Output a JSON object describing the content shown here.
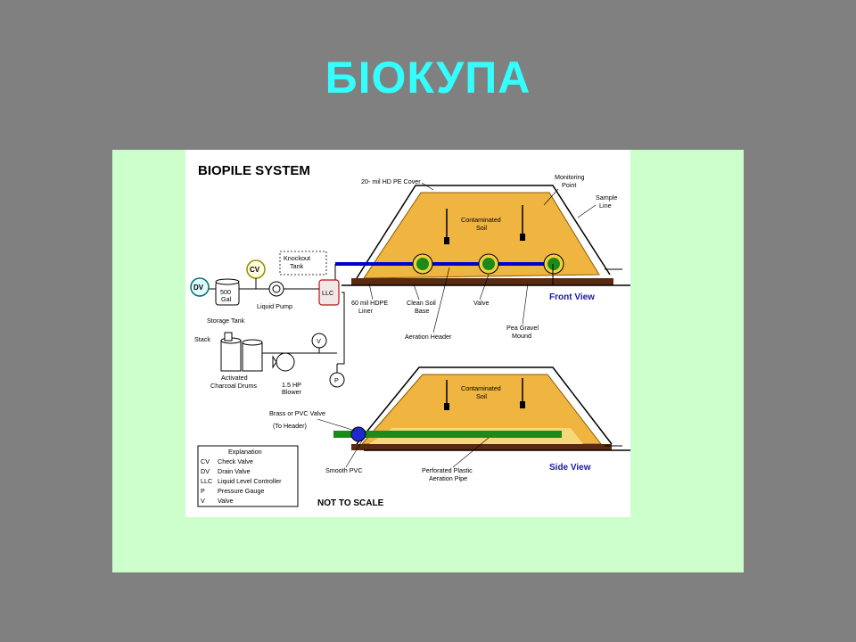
{
  "slide": {
    "title": "БІОКУПА"
  },
  "diagram": {
    "title": "BIOPILE SYSTEM",
    "labels": {
      "hdpe_cover": "20- mil HD PE Cover",
      "monitoring_point_1": "Monitoring",
      "monitoring_point_2": "Point",
      "sample_line_1": "Sample",
      "sample_line_2": "Line",
      "contaminated_soil_1": "Contaminated",
      "contaminated_soil_2": "Soil",
      "knockout_tank_1": "Knockout",
      "knockout_tank_2": "Tank",
      "cv": "CV",
      "dv": "DV",
      "storage_tank_1": "500",
      "storage_tank_2": "Gal",
      "storage_tank_label": "Storage Tank",
      "liquid_pump": "Liquid Pump",
      "llc": "LLC",
      "liner_1": "60 mil HDPE",
      "liner_2": "Liner",
      "clean_soil_1": "Clean Soil",
      "clean_soil_2": "Base",
      "valve": "Valve",
      "front_view": "Front View",
      "pea_gravel_1": "Pea Gravel",
      "pea_gravel_2": "Mound",
      "aeration_header": "Aeration Header",
      "stack": "Stack",
      "v": "V",
      "p": "P",
      "charcoal_1": "Activated",
      "charcoal_2": "Charcoal Drums",
      "blower_1": "1.5 HP",
      "blower_2": "Blower",
      "side_contaminated_1": "Contaminated",
      "side_contaminated_2": "Soil",
      "brass_valve_1": "Brass or PVC Valve",
      "brass_valve_2": "(To Header)",
      "smooth_pvc": "Smooth PVC",
      "perforated_1": "Perforated Plastic",
      "perforated_2": "Aeration Pipe",
      "side_view": "Side View",
      "not_to_scale": "NOT TO SCALE"
    },
    "explanation": {
      "title": "Explanation",
      "rows": [
        {
          "code": "CV",
          "meaning": "Check Valve"
        },
        {
          "code": "DV",
          "meaning": "Drain Valve"
        },
        {
          "code": "LLC",
          "meaning": "Liquid Level Controller"
        },
        {
          "code": "P",
          "meaning": "Pressure Gauge"
        },
        {
          "code": "V",
          "meaning": "Valve"
        }
      ]
    }
  },
  "colors": {
    "background": "#808080",
    "title": "#33ffff",
    "panel": "#ccffcc",
    "soil": "#f0b440",
    "soil_light": "#f7d878",
    "base_dark": "#5a2a10",
    "pipe_blue": "#0000cc",
    "pipe_green": "#1a8a1a",
    "view_label": "#1a1a9e"
  }
}
